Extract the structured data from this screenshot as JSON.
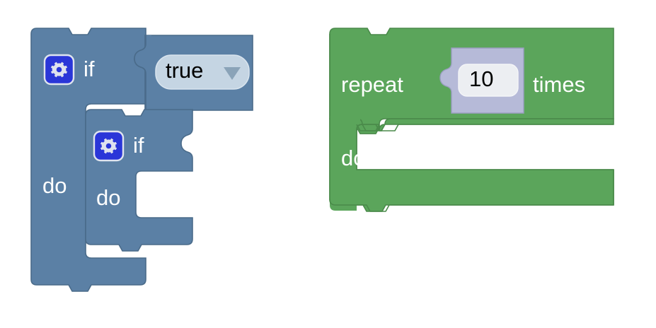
{
  "workspace": {
    "background_color": "#ffffff",
    "name": "blockly-workspace"
  },
  "blocks": [
    {
      "id": "controls_if_outer",
      "type": "controls_if",
      "category": "Logic",
      "color": "#5b80a5",
      "stroke": "#4a6b8a",
      "mutator_icon": "gear-icon",
      "mutator_icon_color": "#2a36d8",
      "labels": {
        "if": "if",
        "do": "do"
      },
      "value_input": {
        "name": "IF0",
        "connected_block": "logic_boolean"
      },
      "statement_input": {
        "name": "DO0",
        "connected_block": "controls_if_inner"
      }
    },
    {
      "id": "logic_boolean",
      "type": "logic_boolean",
      "category": "Logic",
      "color": "#5b80a5",
      "stroke": "#4a6b8a",
      "field": {
        "name": "BOOL",
        "kind": "dropdown",
        "value": "true",
        "options": [
          "true",
          "false"
        ],
        "background": "#c5d5e3",
        "text_color": "#000000",
        "arrow": "chevron-down-icon"
      }
    },
    {
      "id": "controls_if_inner",
      "type": "controls_if",
      "category": "Logic",
      "color": "#5b80a5",
      "stroke": "#4a6b8a",
      "mutator_icon": "gear-icon",
      "mutator_icon_color": "#2a36d8",
      "labels": {
        "if": "if",
        "do": "do"
      },
      "value_input": {
        "name": "IF0",
        "connected_block": null
      },
      "statement_input": {
        "name": "DO0",
        "connected_block": null
      }
    },
    {
      "id": "controls_repeat_ext",
      "type": "controls_repeat_ext",
      "category": "Loops",
      "color": "#5ba55b",
      "stroke": "#4a8a4a",
      "labels": {
        "repeat": "repeat",
        "times": "times",
        "do": "do"
      },
      "value_input": {
        "name": "TIMES",
        "connected_block": "math_number"
      },
      "statement_input": {
        "name": "DO",
        "connected_block": null
      }
    },
    {
      "id": "math_number",
      "type": "math_number",
      "category": "Math",
      "color": "#b6bad8",
      "stroke": "#9a9ec0",
      "field": {
        "name": "NUM",
        "kind": "number",
        "value": "10",
        "background": "#eceef2",
        "text_color": "#000000"
      }
    }
  ]
}
